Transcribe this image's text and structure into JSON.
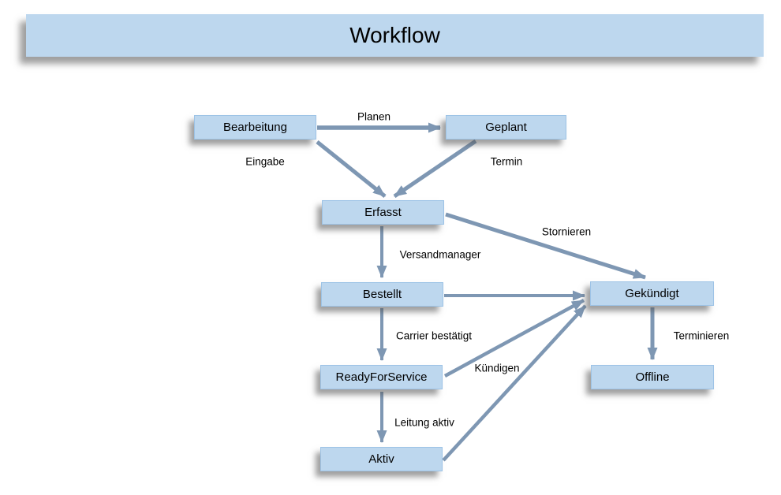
{
  "title": "Workflow",
  "colors": {
    "box_fill": "#BDD7EE",
    "box_border": "#9DC3E6",
    "arrow": "#7E97B3",
    "text": "#000000"
  },
  "nodes": [
    {
      "id": "bearbeitung",
      "label": "Bearbeitung"
    },
    {
      "id": "geplant",
      "label": "Geplant"
    },
    {
      "id": "erfasst",
      "label": "Erfasst"
    },
    {
      "id": "bestellt",
      "label": "Bestellt"
    },
    {
      "id": "gekuendigt",
      "label": "Gekündigt"
    },
    {
      "id": "readyforservice",
      "label": "ReadyForService"
    },
    {
      "id": "offline",
      "label": "Offline"
    },
    {
      "id": "aktiv",
      "label": "Aktiv"
    }
  ],
  "edges": [
    {
      "from": "Bearbeitung",
      "to": "Geplant",
      "label": "Planen"
    },
    {
      "from": "Bearbeitung",
      "to": "Erfasst",
      "label": "Eingabe"
    },
    {
      "from": "Geplant",
      "to": "Erfasst",
      "label": "Termin"
    },
    {
      "from": "Erfasst",
      "to": "Bestellt",
      "label": "Versandmanager"
    },
    {
      "from": "Erfasst",
      "to": "Gekündigt",
      "label": "Stornieren"
    },
    {
      "from": "Bestellt",
      "to": "Gekündigt",
      "label": ""
    },
    {
      "from": "Bestellt",
      "to": "ReadyForService",
      "label": "Carrier bestätigt"
    },
    {
      "from": "ReadyForService",
      "to": "Gekündigt",
      "label": "Kündigen"
    },
    {
      "from": "ReadyForService",
      "to": "Aktiv",
      "label": "Leitung aktiv"
    },
    {
      "from": "Aktiv",
      "to": "Gekündigt",
      "label": ""
    },
    {
      "from": "Gekündigt",
      "to": "Offline",
      "label": "Terminieren"
    }
  ]
}
